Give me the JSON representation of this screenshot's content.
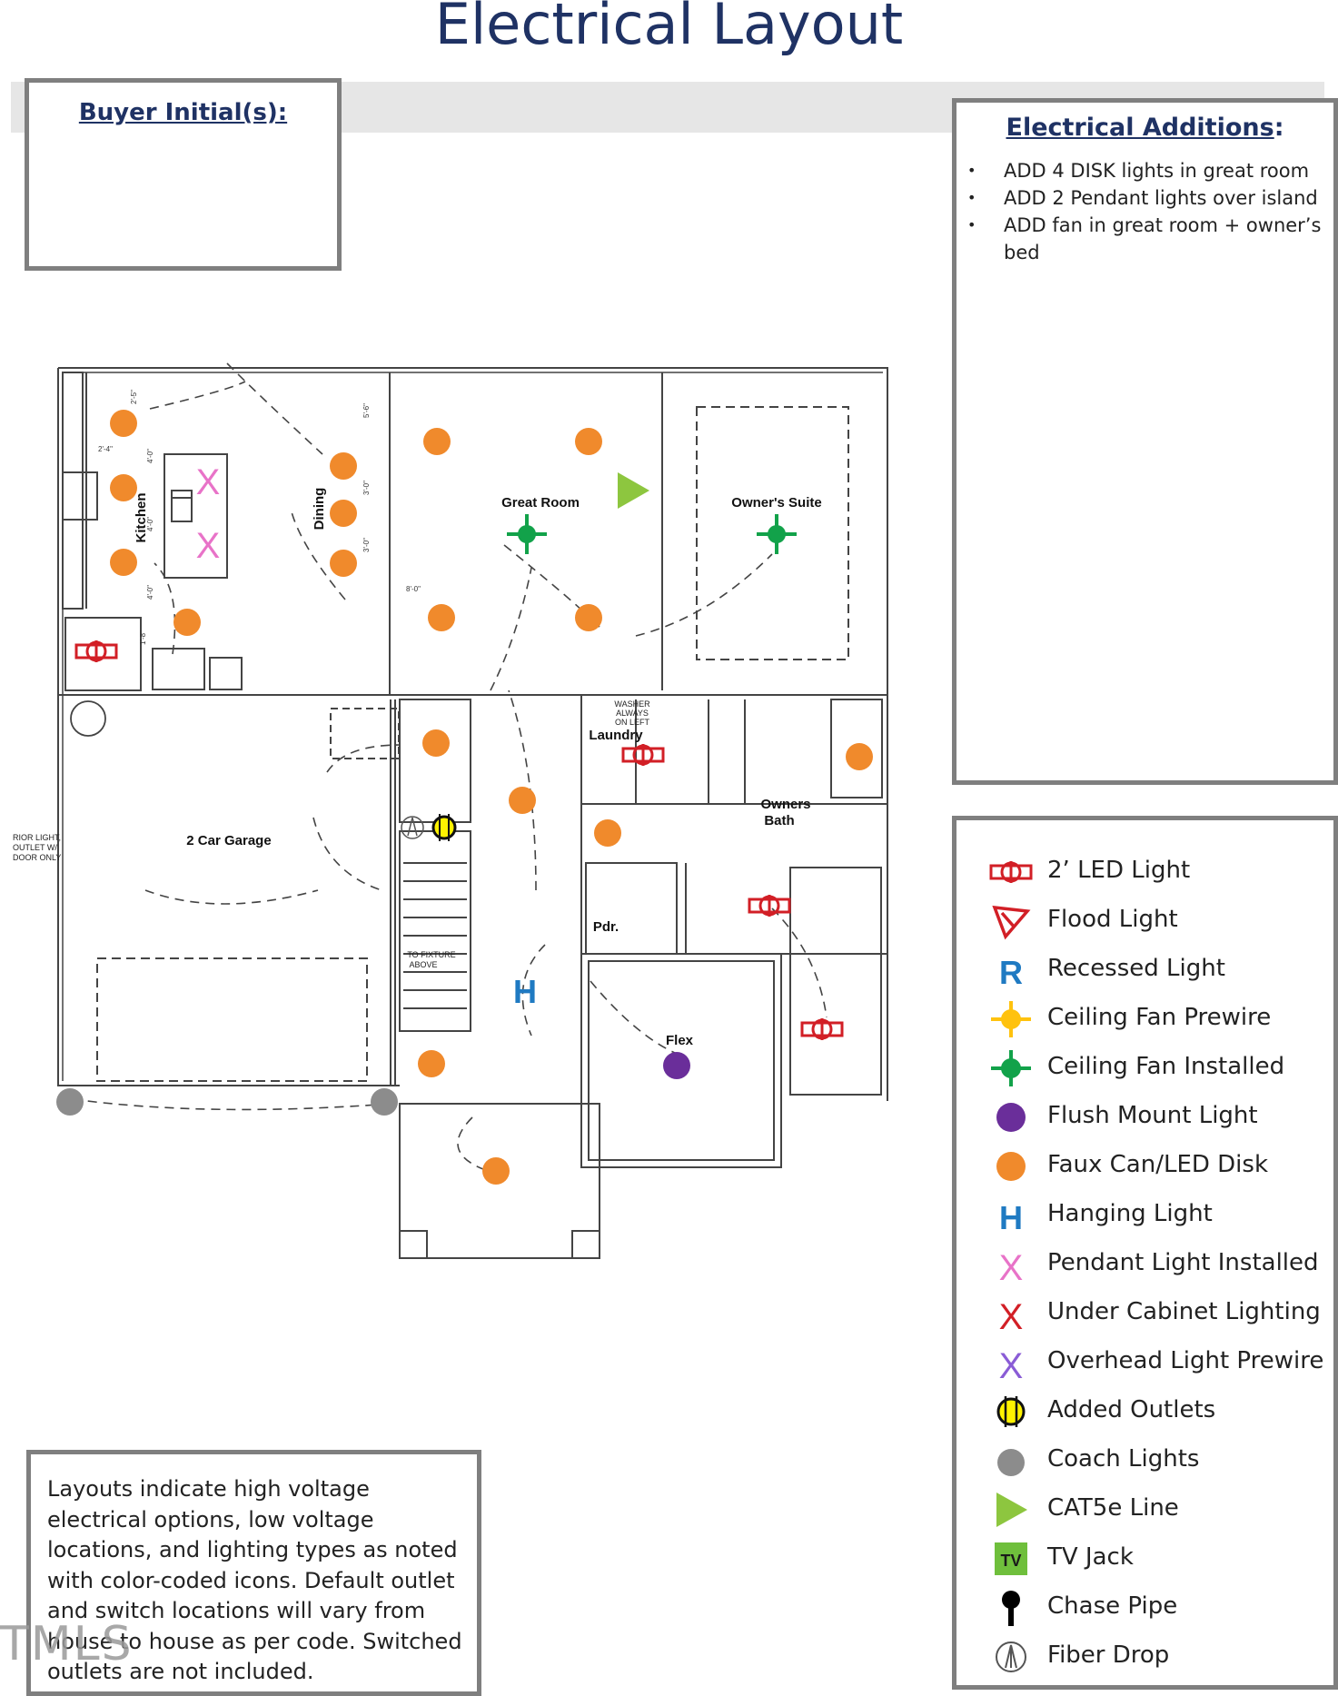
{
  "title": "Electrical Layout",
  "buyer": {
    "label": "Buyer Initial(s):"
  },
  "additions": {
    "title": "Electrical Additions",
    "title_colon": ":",
    "items": [
      "ADD 4 DISK lights in great room",
      "ADD 2 Pendant lights over island",
      "ADD fan in great room + owner’s bed"
    ]
  },
  "legend": [
    {
      "label": "2’ LED Light",
      "icon": "led-light-icon",
      "color": "#d21f26"
    },
    {
      "label": "Flood Light",
      "icon": "flood-light-icon",
      "color": "#d21f26"
    },
    {
      "label": "Recessed Light",
      "icon": "recessed-light-icon",
      "color": "#1f7ac2",
      "glyph": "R"
    },
    {
      "label": "Ceiling Fan Prewire",
      "icon": "ceiling-fan-prewire-icon",
      "color": "#ffc20e"
    },
    {
      "label": "Ceiling Fan Installed",
      "icon": "ceiling-fan-installed-icon",
      "color": "#12a24a"
    },
    {
      "label": "Flush Mount Light",
      "icon": "flush-mount-light-icon",
      "color": "#6a2e9a"
    },
    {
      "label": "Faux Can/LED Disk",
      "icon": "faux-can-icon",
      "color": "#f08a2c"
    },
    {
      "label": "Hanging Light",
      "icon": "hanging-light-icon",
      "color": "#1f7ac2",
      "glyph": "H"
    },
    {
      "label": "Pendant Light Installed",
      "icon": "pendant-light-icon",
      "color": "#e873c8",
      "glyph": "X"
    },
    {
      "label": "Under Cabinet Lighting",
      "icon": "under-cabinet-icon",
      "color": "#d21f26",
      "glyph": "X"
    },
    {
      "label": "Overhead Light Prewire",
      "icon": "overhead-prewire-icon",
      "color": "#8a5cd6",
      "glyph": "X"
    },
    {
      "label": "Added Outlets",
      "icon": "added-outlet-icon",
      "color": "#fff200"
    },
    {
      "label": "Coach Lights",
      "icon": "coach-light-icon",
      "color": "#8c8c8c"
    },
    {
      "label": "CAT5e Line",
      "icon": "cat5e-icon",
      "color": "#8dc63f"
    },
    {
      "label": "TV Jack",
      "icon": "tv-jack-icon",
      "color": "#6fbf3c",
      "glyph": "TV"
    },
    {
      "label": "Chase Pipe",
      "icon": "chase-pipe-icon",
      "color": "#000000"
    },
    {
      "label": "Fiber Drop",
      "icon": "fiber-drop-icon",
      "color": "#444444"
    }
  ],
  "note": "Layouts indicate high voltage electrical options, low voltage locations, and lighting types as noted with color-coded icons. Default outlet and switch locations will vary from house to house as per code. Switched outlets are not included.",
  "plan": {
    "rooms": {
      "kitchen": "Kitchen",
      "dining": "Dining",
      "great_room": "Great Room",
      "owners_suite": "Owner's Suite",
      "garage": "2 Car Garage",
      "laundry": "Laundry",
      "owners_bath_1": "Owners",
      "owners_bath_2": "Bath",
      "powder": "Pdr.",
      "flex": "Flex"
    },
    "notes": {
      "washer_1": "WASHER",
      "washer_2": "ALWAYS",
      "washer_3": "ON LEFT",
      "fixture_1": "TO FIXTURE",
      "fixture_2": "ABOVE",
      "garage_note_1": "RIOR LIGHT,",
      "garage_note_2": "OUTLET W/",
      "garage_note_3": "DOOR ONLY"
    },
    "dimensions": {
      "d_2_5": "2'-5\"",
      "d_2_4": "2'-4\"",
      "d_4_0a": "4'-0\"",
      "d_4_0b": "4'-0\"",
      "d_4_0c": "4'-0\"",
      "d_1_8": "1'-8\"",
      "d_5_6": "5'-6\"",
      "d_3_0a": "3'-0\"",
      "d_3_0b": "3'-0\"",
      "d_8_0": "8'-0\""
    }
  },
  "watermark": "TMLS"
}
